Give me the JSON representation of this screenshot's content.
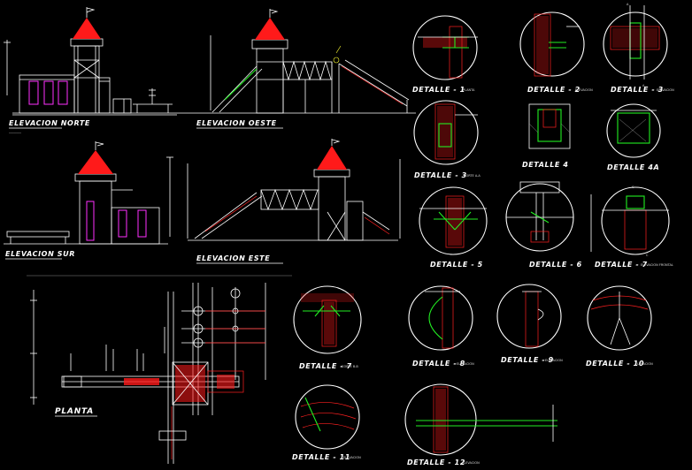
{
  "elevations": {
    "norte": {
      "title": "ELEVACION NORTE"
    },
    "oeste": {
      "title": "ELEVACION OESTE"
    },
    "sur": {
      "title": "ELEVACION SUR"
    },
    "este": {
      "title": "ELEVACION ESTE"
    }
  },
  "plan": {
    "title": "PLANTA"
  },
  "details": [
    {
      "id": "d1",
      "title": "DETALLE - 1",
      "tag": "PLANTA"
    },
    {
      "id": "d2",
      "title": "DETALLE - 2",
      "tag": "ELEVACION"
    },
    {
      "id": "d3",
      "title": "DETALLE - 3",
      "tag": "ELEVACION"
    },
    {
      "id": "d3a",
      "title": "DETALLE - 3",
      "tag": "CORTE A-A"
    },
    {
      "id": "d4",
      "title": "DETALLE 4",
      "tag": ""
    },
    {
      "id": "d4a",
      "title": "DETALLE 4A",
      "tag": ""
    },
    {
      "id": "d5",
      "title": "DETALLE - 5",
      "tag": ""
    },
    {
      "id": "d6",
      "title": "DETALLE - 6",
      "tag": ""
    },
    {
      "id": "d7a",
      "title": "DETALLE - 7",
      "tag": "ELEVACION FRONTAL"
    },
    {
      "id": "d7b",
      "title": "DETALLE - 7",
      "tag": "CORTE B-B"
    },
    {
      "id": "d8",
      "title": "DETALLE - 8",
      "tag": "ELEVACION"
    },
    {
      "id": "d9",
      "title": "DETALLE - 9",
      "tag": "ELEVACION"
    },
    {
      "id": "d10",
      "title": "DETALLE - 10",
      "tag": "ELEVACION"
    },
    {
      "id": "d11",
      "title": "DETALLE - 11",
      "tag": "ELEVACION"
    },
    {
      "id": "d12",
      "title": "DETALLE - 12",
      "tag": "ELEVACION"
    }
  ],
  "section_marks": [
    "A",
    "A",
    "C",
    "C"
  ],
  "colors": {
    "background": "#000000",
    "linework": "#ffffff",
    "timber": "#ff1a1a",
    "steel": "#22ee22",
    "panels": "#ff30ff",
    "dimensions": "#33dddd"
  }
}
